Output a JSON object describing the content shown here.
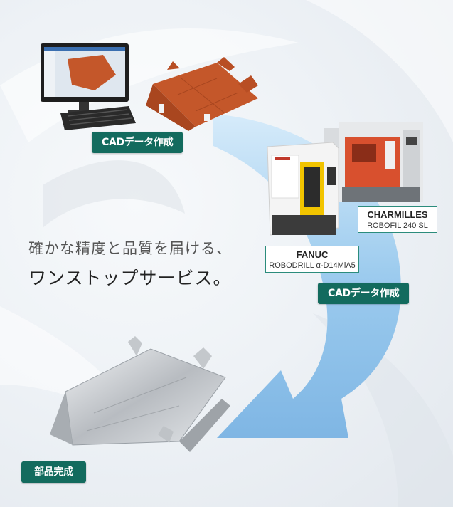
{
  "steps": {
    "cad_top": "CADデータ作成",
    "cad_mid": "CADデータ作成",
    "finished": "部品完成"
  },
  "machines": {
    "charmilles": {
      "name": "CHARMILLES",
      "model": "ROBOFIL 240 SL"
    },
    "fanuc": {
      "name": "FANUC",
      "model": "ROBODRILL α-D14MiA5"
    }
  },
  "tagline": {
    "line1": "確かな精度と品質を届ける、",
    "line2": "ワンストップサービス。"
  },
  "colors": {
    "pill_bg": "#136b5e",
    "arrow_blue": "#8ec2ea",
    "copper": "#c4572a",
    "steel": "#c9ccd0"
  },
  "icons": [
    "computer-monitor-icon",
    "keyboard-icon",
    "cnc-machine-icon",
    "wire-edm-machine-icon"
  ]
}
